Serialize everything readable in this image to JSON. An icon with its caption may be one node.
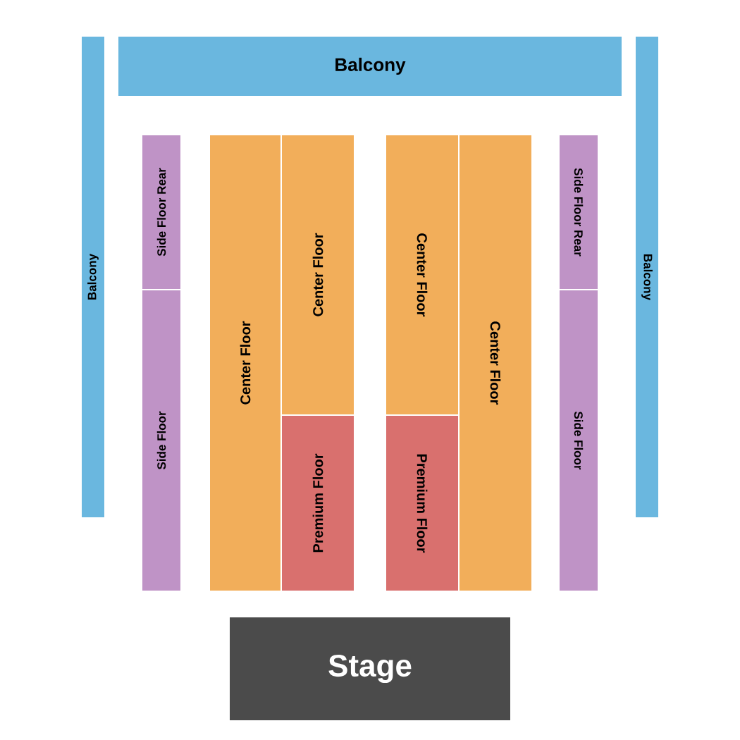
{
  "diagram": {
    "nodes": [
      {
        "text": [
          "Balcony"
        ]
      },
      {
        "text": [
          "Balcony"
        ]
      },
      {
        "text": [
          "Side Floor Rear"
        ]
      },
      {
        "text": [
          "Side Floor"
        ]
      },
      {
        "text": [
          "Center Floor"
        ]
      },
      {
        "text": [
          "Center Floor"
        ]
      },
      {
        "text": [
          "Premium Floor"
        ]
      },
      {
        "text": [
          "Center Floor"
        ]
      },
      {
        "text": [
          "Premium Floor"
        ]
      },
      {
        "text": [
          "Center Floor"
        ]
      },
      {
        "text": [
          "Side Floor Rear"
        ]
      },
      {
        "text": [
          "Side Floor"
        ]
      },
      {
        "text": [
          "Balcony"
        ]
      },
      {
        "text": [
          "Stage"
        ]
      }
    ]
  }
}
